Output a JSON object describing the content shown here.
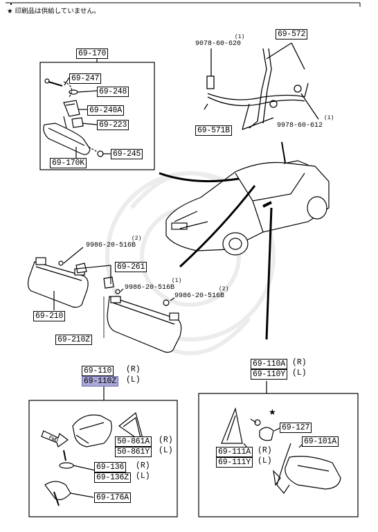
{
  "note": {
    "symbol": "★",
    "text": "印刷品は供給していません。"
  },
  "labels": {
    "l69_170": "69-170",
    "l69_247": "69-247",
    "l69_248": "69-248",
    "l69_240A": "69-240A",
    "l69_223": "69-223",
    "l69_170K": "69-170K",
    "l69_245": "69-245",
    "l69_572": "69-572",
    "l69_571B": "69-571B",
    "p9078": "9078-60-620",
    "p9978": "9978-60-612",
    "q1": "(1)",
    "q2": "(1)",
    "p9986a": "9986-20-516B",
    "q3": "(2)",
    "l69_261": "69-261",
    "p9986b": "9986-20-516B",
    "q4": "(1)",
    "p9986c": "9986-20-516B",
    "q5": "(2)",
    "l69_210": "69-210",
    "l69_210Z": "69-210Z",
    "l69_110": "69-110",
    "l69_110_side": "(R)",
    "l69_110Z": "69-110Z",
    "l69_110Z_side": "(L)",
    "l69_110A": "69-110A",
    "l69_110A_side": "(R)",
    "l69_110Y": "69-110Y",
    "l69_110Y_side": "(L)",
    "l50_861A": "50-861A",
    "l50_861A_side": "(R)",
    "l50_861Y": "50-861Y",
    "l50_861Y_side": "(L)",
    "l69_136": "69-136",
    "l69_136_side": "(R)",
    "l69_136Z": "69-136Z",
    "l69_136Z_side": "(L)",
    "l69_176A": "69-176A",
    "l69_127": "69-127",
    "l69_111A": "69-111A",
    "l69_111A_side": "(R)",
    "l69_111Y": "69-111Y",
    "l69_111Y_side": "(L)",
    "l69_101A": "69-101A",
    "fwd": "FWD",
    "star2": "★"
  },
  "colors": {
    "highlight": "#a9a9d8",
    "ink": "#000000"
  }
}
